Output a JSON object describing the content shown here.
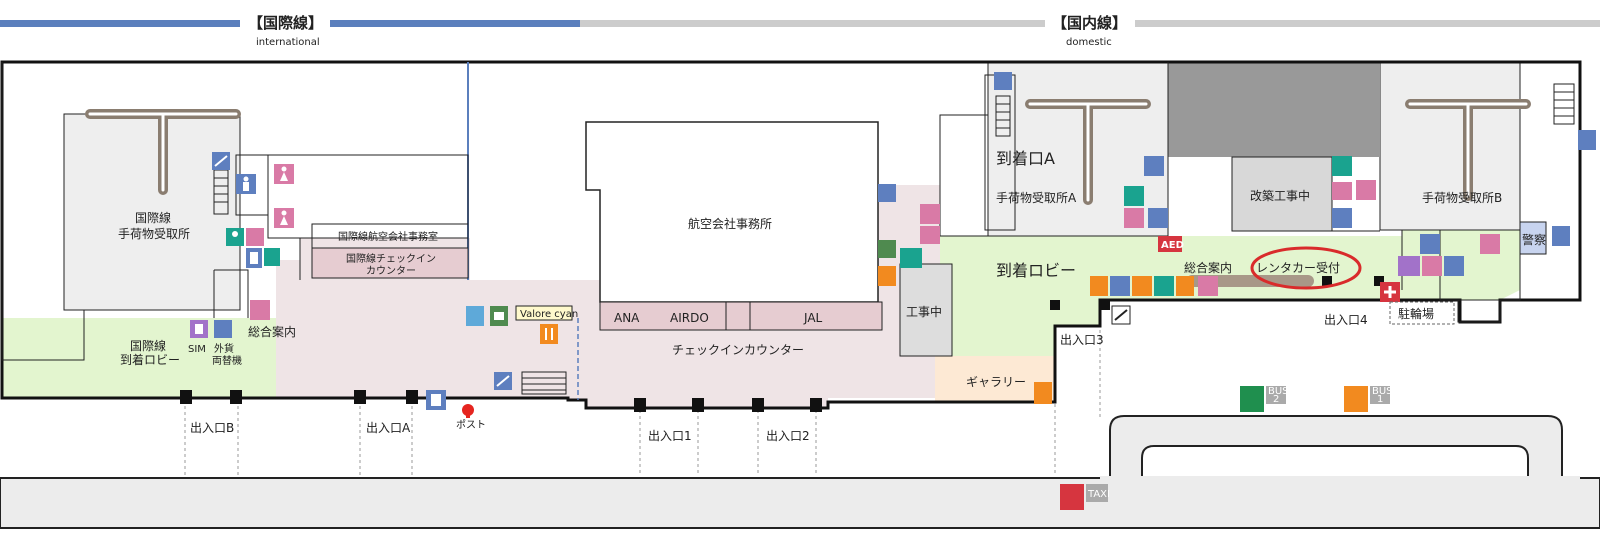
{
  "headers": {
    "international": {
      "title": "【国際線】",
      "sub": "international",
      "color": "#5b7fbd"
    },
    "domestic": {
      "title": "【国内線】",
      "sub": "domestic",
      "color": "#cccccc"
    }
  },
  "areas": {
    "intl_baggage_claim": [
      "国際線",
      "手荷物受取所"
    ],
    "intl_arrival_lobby": [
      "国際線",
      "到着ロビー"
    ],
    "intl_info": "総合案内",
    "sim": "SIM",
    "currency_exchange": [
      "外貨",
      "両替機"
    ],
    "intl_airline_office": "国際線航空会社事務室",
    "intl_checkin": [
      "国際線チェックイン",
      "カウンター"
    ],
    "airline_office": "航空会社事務所",
    "ana": "ANA",
    "airdo": "AIRDO",
    "jal": "JAL",
    "checkin_counter": "チェックインカウンター",
    "valore": "Valore cyan",
    "construction": "工事中",
    "gallery": "ギャラリー",
    "arrival_gate_a": "到着口A",
    "baggage_claim_a": "手荷物受取所A",
    "renovation": "改築工事中",
    "baggage_claim_b": "手荷物受取所B",
    "police": "警察",
    "arrival_lobby": "到着ロビー",
    "general_info": "総合案内",
    "rental_car": "レンタカー受付",
    "aed": "AED",
    "bicycle_parking": "駐輪場",
    "post": "ポスト",
    "taxi": "TAXI",
    "bus1_label": "BUS",
    "bus1_num": "1",
    "bus2_label": "BUS",
    "bus2_num": "2"
  },
  "entrances": {
    "b": "出入口B",
    "a": "出入口A",
    "e1": "出入口1",
    "e2": "出入口2",
    "e3": "出入口3",
    "e4": "出入口4"
  },
  "colors": {
    "intl_lobby_green": "#e3f5cf",
    "public_pink": "#efe4e6",
    "gallery_orange": "#fde9d4",
    "baggage_gray": "#eeeeee",
    "carousel_brown": "#8a7d70",
    "renovation_gray": "#999999",
    "rental_circle": "#d92b2b",
    "counter_pink": "#e6ccd1",
    "toilet_blue": "#5e7fbf",
    "toilet_pink": "#d97aa6",
    "teal": "#1aa38f",
    "orange": "#f28a1f",
    "red": "#d6353f"
  },
  "icons": [
    "escalator-icon",
    "elevator-icon",
    "toilet-men-icon",
    "toilet-women-icon",
    "nursing-room-icon",
    "phone-icon",
    "atm-icon",
    "restaurant-icon",
    "aed-icon",
    "first-aid-icon",
    "smoking-icon",
    "locker-icon",
    "bus-icon",
    "taxi-icon",
    "post-icon",
    "shop-icon",
    "info-icon"
  ]
}
